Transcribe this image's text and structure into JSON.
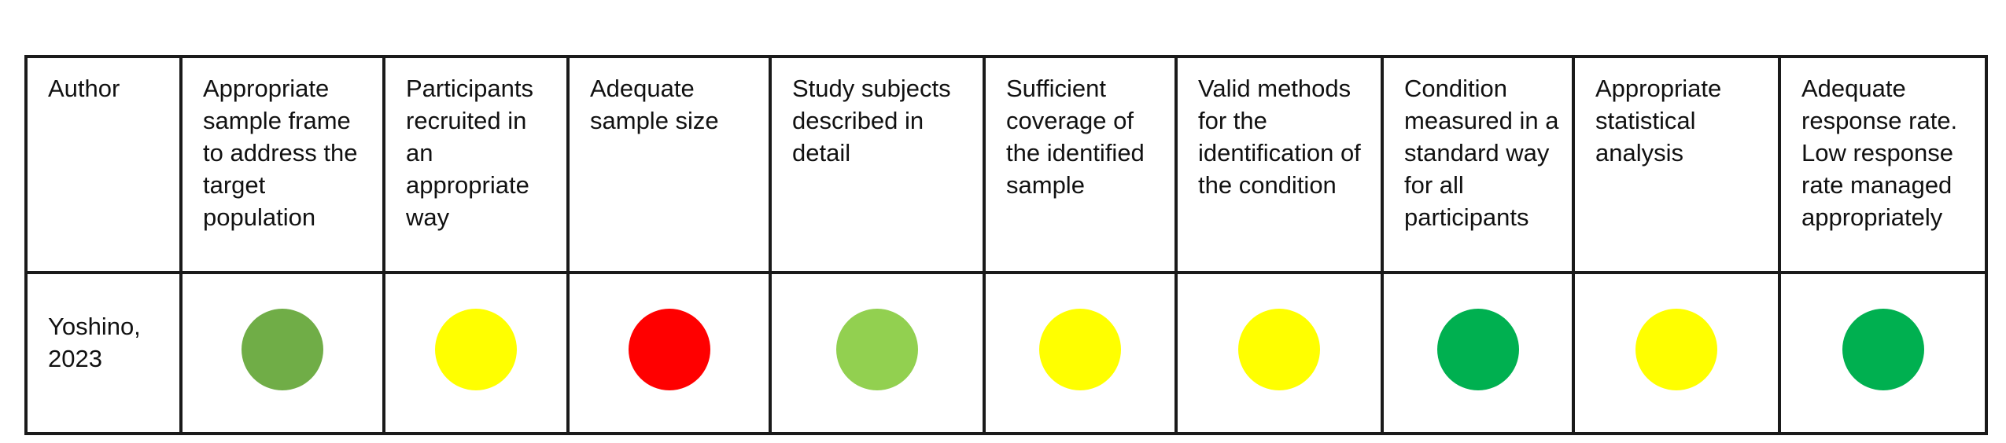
{
  "table": {
    "headers": [
      "Author",
      "Appropriate sample frame to address the target population",
      "Participants recruited in an appropriate way",
      "Adequate sample size",
      "Study subjects described in detail",
      "Sufficient coverage of the identified sample",
      "Valid methods for the identification of the condition",
      "Condition measured in a standard way for all participants",
      "Appropriate statistical analysis",
      "Adequate response rate. Low response rate managed appropriately"
    ],
    "rows": [
      {
        "author": "Yoshino, 2023",
        "ratings": [
          {
            "color": "#70ad47"
          },
          {
            "color": "#ffff00"
          },
          {
            "color": "#ff0000"
          },
          {
            "color": "#92d050"
          },
          {
            "color": "#ffff00"
          },
          {
            "color": "#ffff00"
          },
          {
            "color": "#00b050"
          },
          {
            "color": "#ffff00"
          },
          {
            "color": "#00b050"
          }
        ]
      }
    ]
  }
}
